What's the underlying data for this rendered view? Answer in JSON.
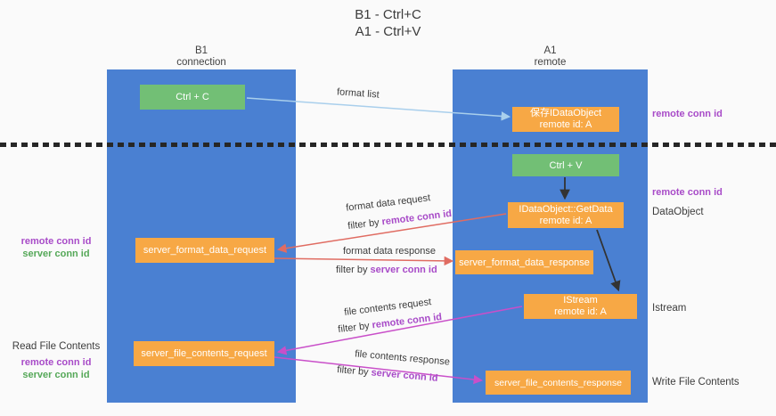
{
  "title": {
    "line1": "B1 - Ctrl+C",
    "line2": "A1 - Ctrl+V"
  },
  "columns": {
    "left": {
      "name": "B1",
      "subtitle": "connection"
    },
    "right": {
      "name": "A1",
      "subtitle": "remote"
    }
  },
  "boxes": {
    "ctrl_c": {
      "label": "Ctrl + C"
    },
    "save_idataobject": {
      "line1": "保存IDataObject",
      "line2": "remote id: A"
    },
    "ctrl_v": {
      "label": "Ctrl + V"
    },
    "getdata": {
      "line1": "IDataObject::GetData",
      "line2": "remote id: A"
    },
    "server_format_data_request": {
      "label": "server_format_data_request"
    },
    "server_format_data_response": {
      "label": "server_format_data_response"
    },
    "istream": {
      "line1": "IStream",
      "line2": "remote id: A"
    },
    "server_file_contents_request": {
      "label": "server_file_contents_request"
    },
    "server_file_contents_response": {
      "label": "server_file_contents_response"
    }
  },
  "arrow_labels": {
    "format_list": "format list",
    "format_data_request": "format data request",
    "format_data_response": "format data response",
    "file_contents_request": "file contents request",
    "file_contents_response": "file contents response",
    "filter_by": "filter by ",
    "remote_conn_id": "remote conn id",
    "server_conn_id": "server conn id"
  },
  "side_labels": {
    "remote_conn_id": "remote conn id",
    "server_conn_id": "server conn id",
    "dataobject": "DataObject",
    "istream": "Istream",
    "read_file_contents": "Read File Contents",
    "write_file_contents": "Write File Contents"
  },
  "colors": {
    "column_blue": "#4a80d2",
    "box_green": "#72bf75",
    "box_orange": "#f7a845",
    "text_purple": "#a84bc8",
    "text_green": "#55a858",
    "arrow_red": "#e06c62",
    "arrow_magenta": "#c94fc9",
    "arrow_light_blue": "#a9cfec",
    "arrow_black": "#333333",
    "background": "#fafafa"
  }
}
